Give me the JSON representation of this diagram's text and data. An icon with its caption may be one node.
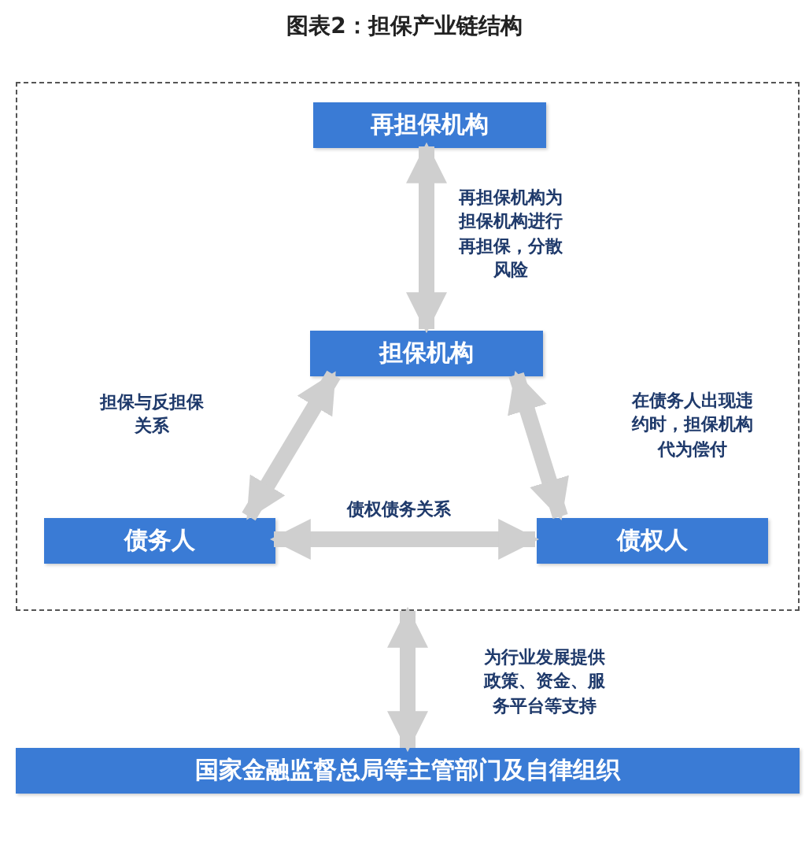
{
  "diagram": {
    "title": "图表2：担保产业链结构",
    "nodes": [
      {
        "text": [],
        "shape": "box"
      },
      {
        "text": [
          "再担保机构"
        ],
        "in": 0
      },
      {
        "text": [
          "担保机构"
        ],
        "in": 0
      },
      {
        "text": [
          "债务人"
        ],
        "in": 0
      },
      {
        "text": [
          "债权人"
        ],
        "in": 0
      },
      {
        "text": [
          "国家金融监督总局等主管部门及自律组织"
        ]
      }
    ],
    "edges": [
      {
        "from": 1,
        "to": 2,
        "arrow": "both",
        "label": "再担保机构为担保机构进行再担保，分散风险"
      },
      {
        "from": 2,
        "to": 3,
        "arrow": "both",
        "label": "担保与反担保关系"
      },
      {
        "from": 2,
        "to": 4,
        "arrow": "both",
        "label": "在债务人出现违约时，担保机构代为偿付"
      },
      {
        "from": 3,
        "to": 4,
        "arrow": "both",
        "label": "债权债务关系"
      },
      {
        "from": 0,
        "to": 5,
        "arrow": "both",
        "label": "为行业发展提供政策、资金、服务平台等支持"
      }
    ]
  }
}
